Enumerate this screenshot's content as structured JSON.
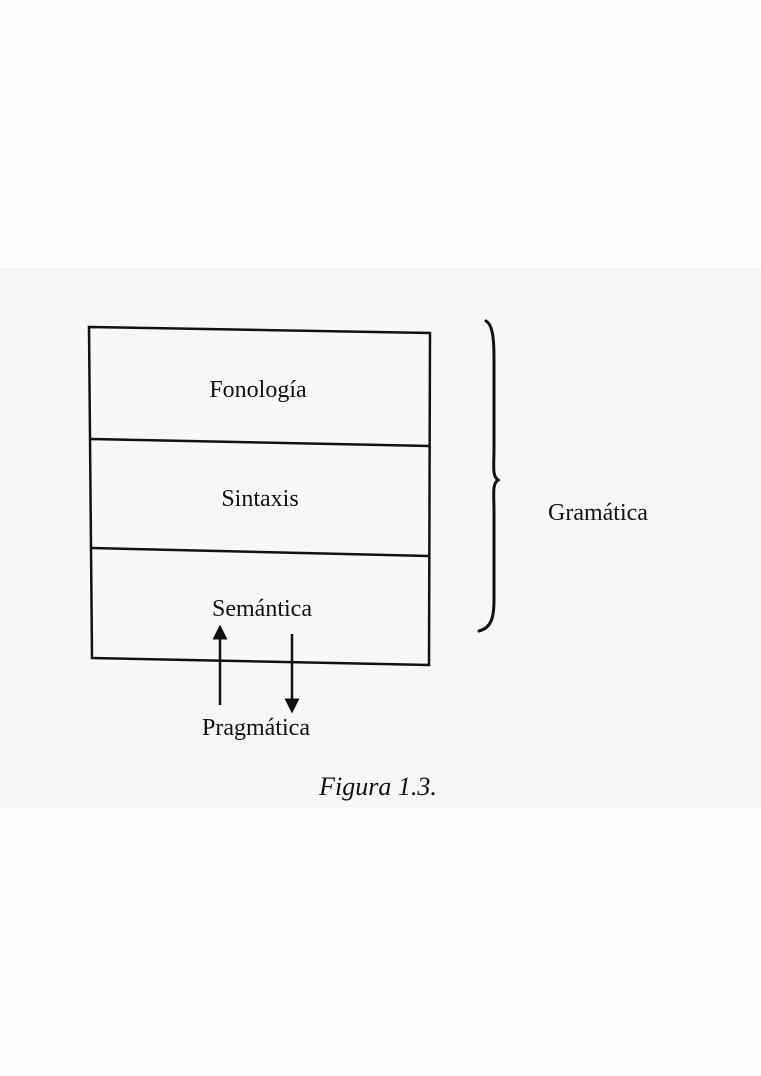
{
  "layers": [
    {
      "id": "fonologia",
      "label": "Fonología"
    },
    {
      "id": "sintaxis",
      "label": "Sintaxis"
    },
    {
      "id": "semantica",
      "label": "Semántica"
    }
  ],
  "brace_label": "Gramática",
  "bottom_label": "Pragmática",
  "caption": "Figura 1.3."
}
